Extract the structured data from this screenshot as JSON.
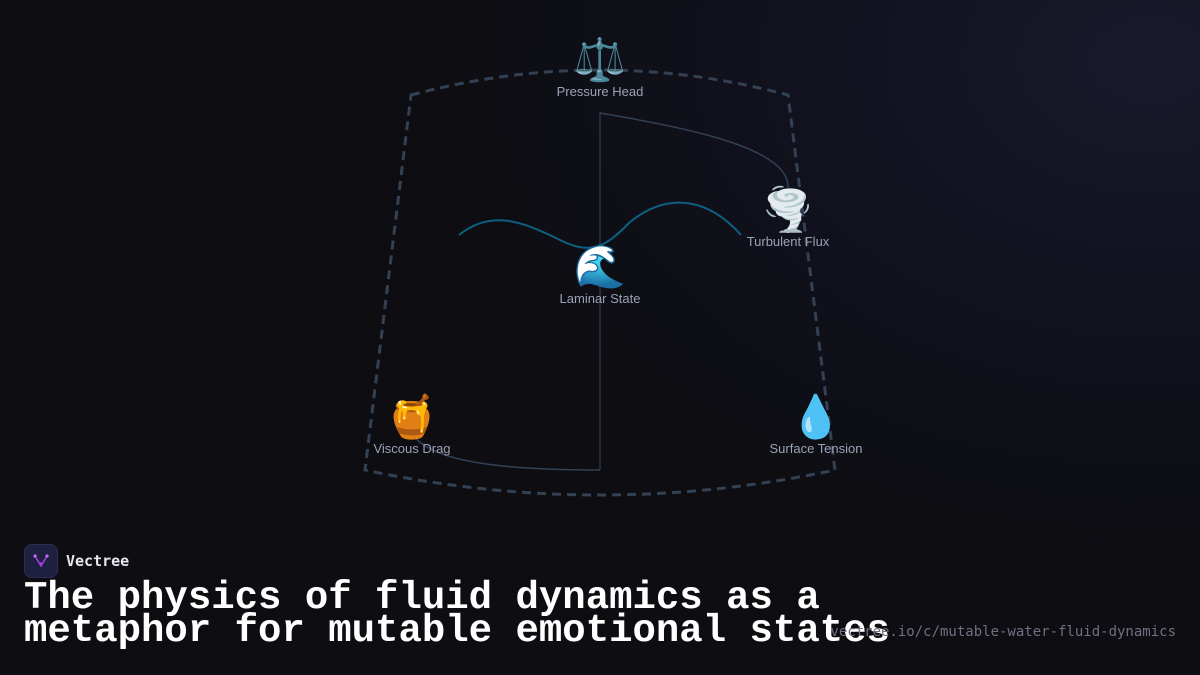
{
  "diagram": {
    "nodes": [
      {
        "id": "pressure-head",
        "label": "Pressure Head",
        "icon": "⚖️",
        "icon_name": "balance-scale-icon"
      },
      {
        "id": "turbulent-flux",
        "label": "Turbulent Flux",
        "icon": "🌪️",
        "icon_name": "tornado-icon"
      },
      {
        "id": "laminar-state",
        "label": "Laminar State",
        "icon": "🌊",
        "icon_name": "wave-icon"
      },
      {
        "id": "viscous-drag",
        "label": "Viscous Drag",
        "icon": "🍯",
        "icon_name": "honey-pot-icon"
      },
      {
        "id": "surface-tension",
        "label": "Surface Tension",
        "icon": "💧",
        "icon_name": "droplet-icon"
      }
    ],
    "colors": {
      "boundary": "#334155",
      "connector": "#334155",
      "wave": "#0e5f80"
    }
  },
  "brand": {
    "name": "Vectree",
    "logo_color": "#a03ee0"
  },
  "title": {
    "line1": "The physics of fluid dynamics as a",
    "line2": "metaphor for mutable emotional states"
  },
  "url": "vectree.io/c/mutable-water-fluid-dynamics"
}
